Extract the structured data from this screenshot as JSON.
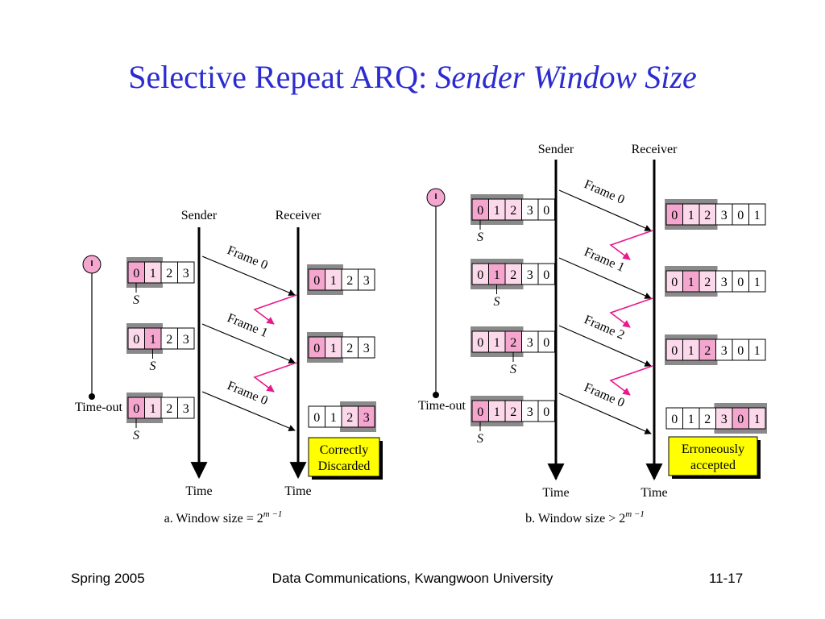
{
  "title": {
    "main": "Selective Repeat ARQ:",
    "sub": "Sender Window Size"
  },
  "colors": {
    "title": "#2b2bd0",
    "frame_pink": "#f4a6cf",
    "frame_light": "#fbd9ea",
    "window_bar": "#8a8a8a",
    "error_arrow": "#e8198c",
    "note_bg": "#ffff00"
  },
  "panel_a": {
    "sender_label": "Sender",
    "receiver_label": "Receiver",
    "timeout_label": "Time-out",
    "sender_time": "Time",
    "receiver_time": "Time",
    "caption_prefix": "a. Window size = 2",
    "caption_exp": "m −1",
    "pointer_label": "S",
    "sender_rows": [
      {
        "cells": [
          "0",
          "1",
          "2",
          "3"
        ],
        "pointer_index": 0
      },
      {
        "cells": [
          "0",
          "1",
          "2",
          "3"
        ],
        "pointer_index": 1
      },
      {
        "cells": [
          "0",
          "1",
          "2",
          "3"
        ],
        "pointer_index": 0
      }
    ],
    "receiver_rows": [
      {
        "cells": [
          "0",
          "1",
          "2",
          "3"
        ]
      },
      {
        "cells": [
          "0",
          "1",
          "2",
          "3"
        ]
      },
      {
        "cells": [
          "0",
          "1",
          "2",
          "3"
        ]
      }
    ],
    "frames": [
      "Frame 0",
      "Frame 1",
      "Frame 0"
    ],
    "note": [
      "Correctly",
      "Discarded"
    ]
  },
  "panel_b": {
    "sender_label": "Sender",
    "receiver_label": "Receiver",
    "timeout_label": "Time-out",
    "sender_time": "Time",
    "receiver_time": "Time",
    "caption_prefix": "b. Window size > 2",
    "caption_exp": "m −1",
    "pointer_label": "S",
    "sender_rows": [
      {
        "cells": [
          "0",
          "1",
          "2",
          "3",
          "0"
        ],
        "pointer_index": 0
      },
      {
        "cells": [
          "0",
          "1",
          "2",
          "3",
          "0"
        ],
        "pointer_index": 1
      },
      {
        "cells": [
          "0",
          "1",
          "2",
          "3",
          "0"
        ],
        "pointer_index": 2
      },
      {
        "cells": [
          "0",
          "1",
          "2",
          "3",
          "0"
        ],
        "pointer_index": 0
      }
    ],
    "receiver_rows": [
      {
        "cells": [
          "0",
          "1",
          "2",
          "3",
          "0",
          "1"
        ]
      },
      {
        "cells": [
          "0",
          "1",
          "2",
          "3",
          "0",
          "1"
        ]
      },
      {
        "cells": [
          "0",
          "1",
          "2",
          "3",
          "0",
          "1"
        ]
      },
      {
        "cells": [
          "0",
          "1",
          "2",
          "3",
          "0",
          "1"
        ]
      }
    ],
    "frames": [
      "Frame 0",
      "Frame 1",
      "Frame 2",
      "Frame 0"
    ],
    "note": [
      "Erroneously",
      "accepted"
    ]
  },
  "footer": {
    "left": "Spring 2005",
    "center": "Data Communications, Kwangwoon University",
    "right": "11-17"
  }
}
